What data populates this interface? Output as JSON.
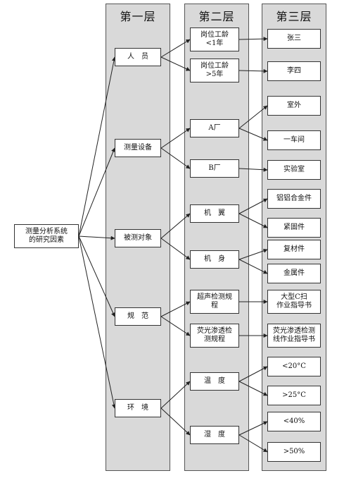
{
  "columns": {
    "layer1": "第一层",
    "layer2": "第二层",
    "layer3": "第三层"
  },
  "root": {
    "label": "测量分析系统\n的研究因素"
  },
  "layer1": {
    "personnel": "人　员",
    "equipment": "测量设备",
    "object": "被测对象",
    "standard": "规　范",
    "environment": "环　境"
  },
  "layer2": {
    "tenure_lt1": "岗位工龄\n<1年",
    "tenure_gt5": "岗位工龄\n>5年",
    "plant_a": "A厂",
    "plant_b": "B厂",
    "wing": "机　翼",
    "fuselage": "机　身",
    "ultrasonic_spec": "超声检测规\n程",
    "penetrant_spec": "荧光渗透检\n测规程",
    "temperature": "温　度",
    "humidity": "湿　度"
  },
  "layer3": {
    "zhangsan": "张三",
    "lisi": "李四",
    "outdoor": "室外",
    "workshop1": "一车间",
    "lab": "实验室",
    "al_alloy": "铝铝合金件",
    "fastener": "紧固件",
    "composite": "复材件",
    "metal": "金属件",
    "ultrasonic_guide": "大型C扫\n作业指导书",
    "penetrant_guide": "荧光渗透检测\n线作业指导书",
    "temp_lt20": "<20°C",
    "temp_gt25": ">25°C",
    "hum_lt40": "<40%",
    "hum_gt50": ">50%"
  }
}
